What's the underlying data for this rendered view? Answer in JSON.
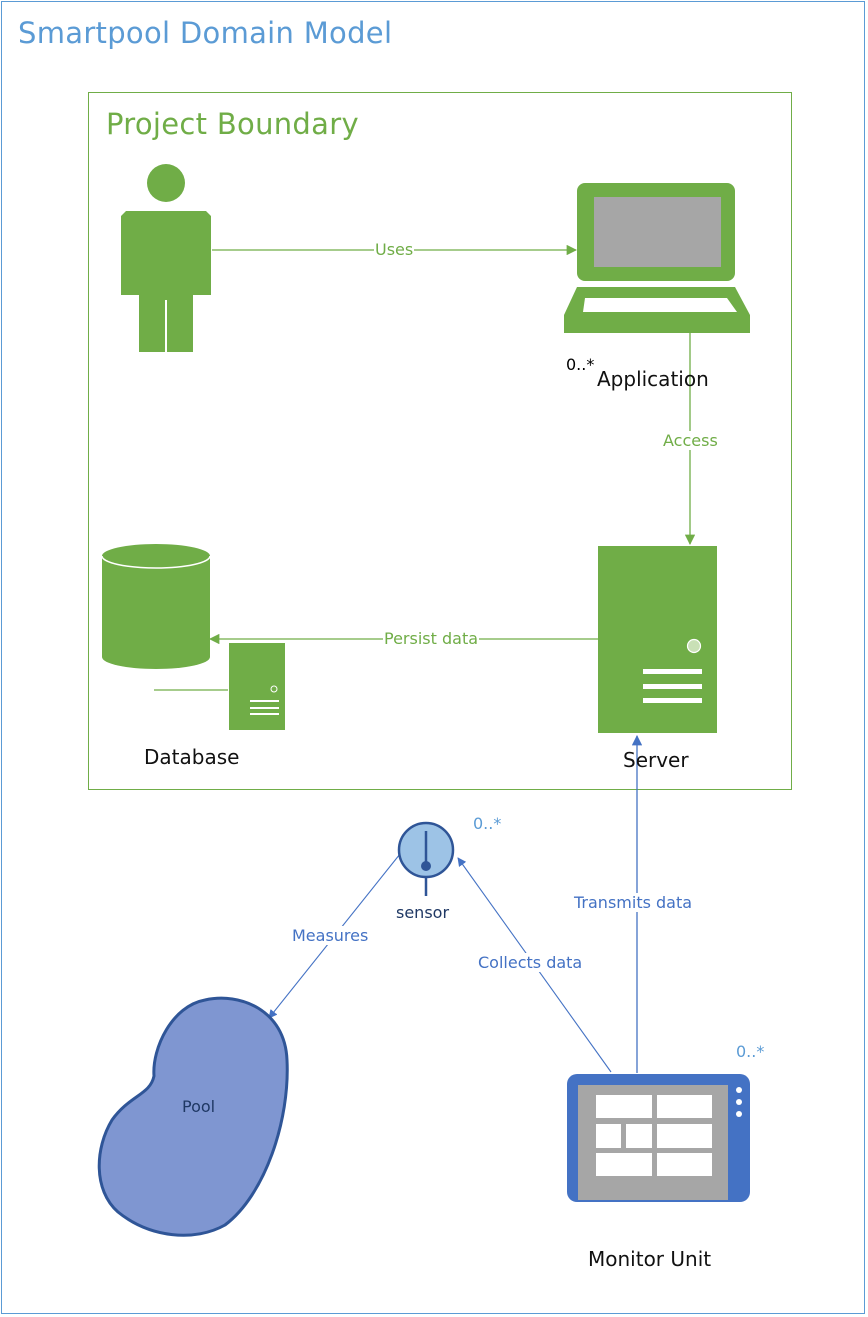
{
  "diagram": {
    "title": "Smartpool Domain Model",
    "boundary_title": "Project Boundary"
  },
  "nodes": {
    "user": {
      "icon": "person-icon"
    },
    "application": {
      "label": "Application",
      "icon": "laptop-icon",
      "multiplicity": "0..*"
    },
    "server": {
      "label": "Server",
      "icon": "server-icon"
    },
    "database": {
      "label": "Database",
      "icon": "database-icon"
    },
    "sensor": {
      "label": "sensor",
      "icon": "gauge-icon",
      "multiplicity": "0..*"
    },
    "pool": {
      "label": "Pool",
      "icon": "pool-shape"
    },
    "monitor": {
      "label": "Monitor Unit",
      "icon": "tablet-icon",
      "multiplicity": "0..*"
    }
  },
  "edges": {
    "uses": "Uses",
    "access": "Access",
    "persist": "Persist data",
    "measures": "Measures",
    "collects": "Collects data",
    "transmits": "Transmits data"
  },
  "colors": {
    "green": "#70ad47",
    "blue": "#4472c4",
    "light_blue": "#5b9bd5",
    "pool_fill": "#7f96d1",
    "sensor_fill": "#9dc3e6",
    "screen_gray": "#a6a6a6"
  }
}
